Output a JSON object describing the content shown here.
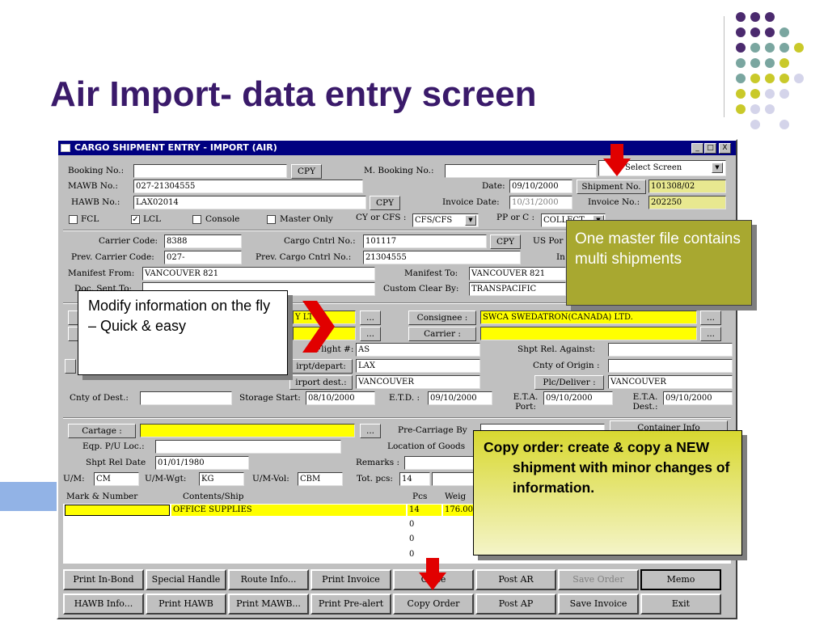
{
  "slide": {
    "title": "Air Import- data entry screen"
  },
  "window": {
    "title": "CARGO SHIPMENT ENTRY - IMPORT (AIR)",
    "controls": [
      "_",
      "□",
      "X"
    ]
  },
  "form": {
    "booking_no_label": "Booking No.:",
    "booking_no": "",
    "cpy1": "CPY",
    "m_booking_label": "M. Booking No.:",
    "m_booking": "",
    "select_screen": "Select Screen",
    "mawb_label": "MAWB No.:",
    "mawb": "027-21304555",
    "date_label": "Date:",
    "date": "09/10/2000",
    "shipment_no_btn": "Shipment No.",
    "shipment_no": "101308/02",
    "hawb_label": "HAWB No.:",
    "hawb": "LAX02014",
    "cpy2": "CPY",
    "invoice_date_label": "Invoice Date:",
    "invoice_date": "10/31/2000",
    "invoice_no_label": "Invoice No.:",
    "invoice_no": "202250",
    "fcl": "FCL",
    "lcl": "LCL",
    "console": "Console",
    "master_only": "Master Only",
    "cy_cfs_label": "CY or CFS :",
    "cy_cfs": "CFS/CFS",
    "pp_c_label": "PP or C :",
    "pp_c": "COLLECT",
    "carrier_code_label": "Carrier Code:",
    "carrier_code": "8388",
    "cargo_cntrl_label": "Cargo Cntrl No.:",
    "cargo_cntrl": "101117",
    "cpy3": "CPY",
    "us_port_label": "US Por",
    "prev_carrier_label": "Prev. Carrier Code:",
    "prev_carrier": "027-",
    "prev_cargo_label": "Prev. Cargo Cntrl No.:",
    "prev_cargo": "21304555",
    "in_label": "In",
    "manifest_from_label": "Manifest From:",
    "manifest_from": "VANCOUVER 821",
    "manifest_to_label": "Manifest To:",
    "manifest_to": "VANCOUVER 821",
    "doc_sent_label": "Doc. Sent To:",
    "custom_clear_label": "Custom Clear By:",
    "custom_clear": "TRANSPACIFIC",
    "shipper_partial": "Y LT",
    "ellipsis": "...",
    "consignee_btn": "Consignee :",
    "consignee": "SWCA  SWEDATRON(CANADA) LTD.",
    "carrier_btn": "Carrier :",
    "carrier": "",
    "flight_label": "Flight #:",
    "flight": "AS",
    "shpt_rel_label": "Shpt Rel. Against:",
    "shpt_rel": "",
    "airpt_depart_btn": "irpt/depart:",
    "airpt_depart": "LAX",
    "cnty_origin_label": "Cnty of Origin :",
    "cnty_origin": "",
    "airport_dest_btn": "irport dest.:",
    "airport_dest": "VANCOUVER",
    "plc_deliver_btn": "Plc/Deliver :",
    "plc_deliver": "VANCOUVER",
    "cnty_dest_label": "Cnty of Dest.:",
    "cnty_dest": "",
    "storage_start_label": "Storage Start:",
    "storage_start": "08/10/2000",
    "etd_label": "E.T.D. :",
    "etd": "09/10/2000",
    "eta_port_label": "E.T.A. Port:",
    "eta_port": "09/10/2000",
    "eta_dest_label": "E.T.A. Dest.:",
    "eta_dest": "09/10/2000",
    "cartage_btn": "Cartage :",
    "cartage": "",
    "pre_carriage_label": "Pre-Carriage By",
    "container_info_btn": "Container Info",
    "eqp_label": "Eqp. P/U Loc.:",
    "eqp": "",
    "loc_goods_label": "Location of Goods",
    "shpt_rel_date_label": "Shpt Rel Date",
    "shpt_rel_date": "01/01/1980",
    "remarks_label": "Remarks :",
    "um_label": "U/M:",
    "um": "CM",
    "um_wgt_label": "U/M-Wgt:",
    "um_wgt": "KG",
    "um_vol_label": "U/M-Vol:",
    "um_vol": "CBM",
    "tot_pcs_label": "Tot. pcs:",
    "tot_pcs": "14"
  },
  "grid": {
    "headers": [
      "Mark & Number",
      "Contents/Ship",
      "Pcs",
      "Weig"
    ],
    "rows": [
      {
        "mark": "",
        "contents": "OFFICE SUPPLIES",
        "pcs": "14",
        "weight": "176.00"
      },
      {
        "mark": "",
        "contents": "",
        "pcs": "0",
        "weight": ""
      },
      {
        "mark": "",
        "contents": "",
        "pcs": "0",
        "weight": ""
      },
      {
        "mark": "",
        "contents": "",
        "pcs": "0",
        "weight": ""
      }
    ]
  },
  "bottom_buttons": {
    "row1": [
      "Print In-Bond",
      "Special Handle",
      "Route Info...",
      "Print Invoice",
      "Close",
      "Post AR",
      "Save Order",
      "Memo"
    ],
    "row2": [
      "HAWB Info...",
      "Print HAWB",
      "Print MAWB...",
      "Print Pre-alert",
      "Copy Order",
      "Post AP",
      "Save Invoice",
      "Exit"
    ]
  },
  "callouts": {
    "master_file": "One master file contains multi shipments",
    "modify": "Modify information on the fly – Quick & easy",
    "copy_order": "Copy order: create & copy a NEW shipment with minor changes of information."
  },
  "colors": {
    "title": "#3a1a6a",
    "dot_purple": "#4b2a6e",
    "dot_teal": "#7aa6a0",
    "dot_yellow": "#c9c92a",
    "dot_lavender": "#d4d4ea",
    "arrow_red": "#e10000",
    "field_yellow": "#ffff00"
  }
}
